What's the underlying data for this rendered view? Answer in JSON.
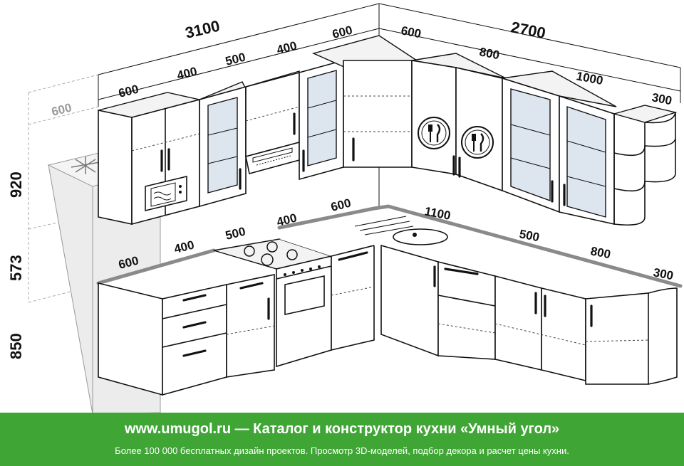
{
  "dimensions": {
    "top_left_total": "3100",
    "top_right_total": "2700",
    "left_top_600": "600",
    "left_top_400": "400",
    "left_top_500": "500",
    "left_top_400b": "400",
    "left_top_600b": "600",
    "right_top_600": "600",
    "right_top_800": "800",
    "right_top_1000": "1000",
    "right_top_300": "300",
    "fridge_width": "600",
    "height_920": "920",
    "height_573": "573",
    "height_850": "850",
    "base_600": "600",
    "base_400": "400",
    "base_500": "500",
    "base_400b": "400",
    "base_600b": "600",
    "base_1100": "1100",
    "base_500b": "500",
    "base_800": "800",
    "base_300": "300"
  },
  "footer": {
    "title": "www.umugol.ru  —  Каталог и конструктор кухни «Умный угол»",
    "subtitle": "Более 100 000 бесплатных дизайн проектов. Просмотр 3D-моделей, подбор декора и расчет цены кухни."
  },
  "colors": {
    "footer_bg": "#3fa535",
    "glass": "#dde6ef",
    "countertop": "#8a8a8a"
  }
}
